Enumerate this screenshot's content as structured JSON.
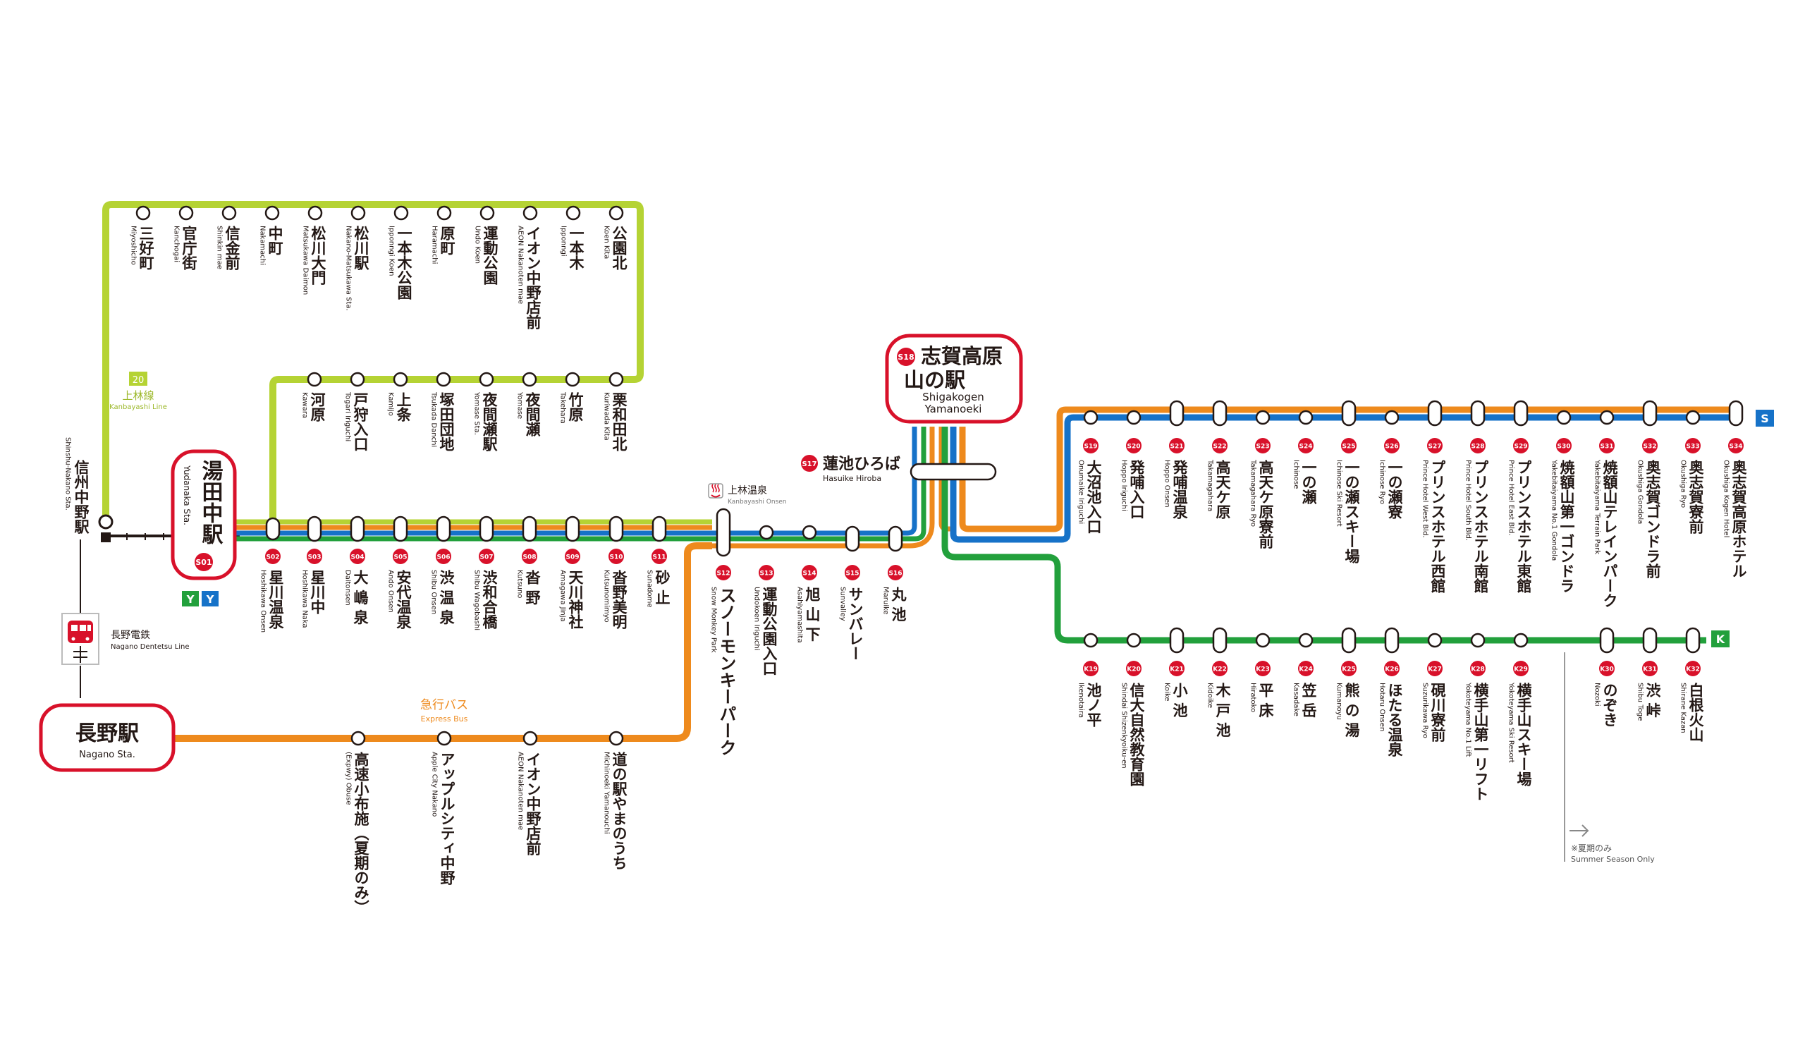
{
  "terminals": {
    "yudanaka": {
      "name": "湯田中駅",
      "name_en": "Yudanaka Sta.",
      "code": "S01"
    },
    "nagano": {
      "name": "長野駅",
      "name_en": "Nagano Sta."
    },
    "shigakogen": {
      "name": "志賀高原\n山の駅",
      "name_en": "Shigakogen\nYamanoeki",
      "code": "S18"
    }
  },
  "line_labels": {
    "kambayashi_num": "20",
    "kambayashi": "上林線",
    "kambayashi_en": "Kanbayashi Line",
    "express_bus": "急行バス",
    "express_bus_en": "Express Bus",
    "nagano_dentetsu": "長野電鉄",
    "nagano_dentetsu_en": "Nagano Dentetsu Line",
    "kanbayashi_onsen": "上林温泉",
    "kanbayashi_onsen_en": "Kanbayashi Onsen",
    "s_badge": "S",
    "k_badge": "K",
    "y_badge": "Y"
  },
  "shinshu_nakano": {
    "name": "信州中野駅",
    "name_en": "Shinshu-Nakano Sta."
  },
  "legend": {
    "summer": "※夏期のみ",
    "summer_en": "Summer Season Only"
  },
  "top_row": [
    {
      "name": "三好町",
      "en": "Miyoshicho"
    },
    {
      "name": "官庁街",
      "en": "Kanchogai"
    },
    {
      "name": "信金前",
      "en": "Shinkin mae"
    },
    {
      "name": "中町",
      "en": "Nakamachi"
    },
    {
      "name": "松川大門",
      "en": "Matsukawa Daimon"
    },
    {
      "name": "松川駅",
      "en": "Nakano-Matsukawa Sta."
    },
    {
      "name": "一本木公園",
      "en": "Ipponngi Koen"
    },
    {
      "name": "原町",
      "en": "Haramachi"
    },
    {
      "name": "運動公園",
      "en": "Undo Koen"
    },
    {
      "name": "イオン中野店前",
      "en": "AEON Nakanoten mae"
    },
    {
      "name": "一本木",
      "en": "Ipponngi"
    },
    {
      "name": "公園北",
      "en": "Koen Kita"
    }
  ],
  "mid_row": [
    {
      "name": "河原",
      "en": "Kawara"
    },
    {
      "name": "戸狩入口",
      "en": "Togari Iriguchi"
    },
    {
      "name": "上条",
      "en": "Kamijo"
    },
    {
      "name": "塚田団地",
      "en": "Tsukada Danchi"
    },
    {
      "name": "夜間瀬駅",
      "en": "Yomase Sta."
    },
    {
      "name": "夜間瀬",
      "en": "Yomase"
    },
    {
      "name": "竹原",
      "en": "Takehara"
    },
    {
      "name": "栗和田北",
      "en": "Kuriwada Kita"
    }
  ],
  "main_row": [
    {
      "code": "S02",
      "name": "星川温泉",
      "en": "Hoshikawa Onsen"
    },
    {
      "code": "S03",
      "name": "星川中",
      "en": "Hoshikawa Naka"
    },
    {
      "code": "S04",
      "name": "大 嶋 泉",
      "en": "Daitonsen"
    },
    {
      "code": "S05",
      "name": "安代温泉",
      "en": "Ando Onsen"
    },
    {
      "code": "S06",
      "name": "渋 温 泉",
      "en": "Shibu Onsen"
    },
    {
      "code": "S07",
      "name": "渋和合橋",
      "en": "Shibu Wagobashi"
    },
    {
      "code": "S08",
      "name": "沓 野",
      "en": "Kutsuno"
    },
    {
      "code": "S09",
      "name": "天川神社",
      "en": "Amagawa Jinja"
    },
    {
      "code": "S10",
      "name": "沓野美明",
      "en": "Kutsunomimyo"
    },
    {
      "code": "S11",
      "name": "砂 止",
      "en": "Sunadome"
    }
  ],
  "lower_row": [
    {
      "code": "S12",
      "name": "スノーモンキーパーク",
      "en": "Snow Monkey Park"
    },
    {
      "code": "S13",
      "name": "運動公園入口",
      "en": "Undokoen Iriguchi"
    },
    {
      "code": "S14",
      "name": "旭 山 下",
      "en": "Asahiyamashita"
    },
    {
      "code": "S15",
      "name": "サンバレー",
      "en": "Sunvalley"
    },
    {
      "code": "S16",
      "name": "丸 池",
      "en": "Maruike"
    }
  ],
  "hasuike": {
    "code": "S17",
    "name": "蓮池ひろば",
    "en": "Hasuike Hiroba"
  },
  "s_row": [
    {
      "code": "S19",
      "name": "大沼池入口",
      "en": "Onumaike Iriguchi"
    },
    {
      "code": "S20",
      "name": "発哺入口",
      "en": "Hoppo Iriguchi"
    },
    {
      "code": "S21",
      "name": "発哺温泉",
      "en": "Hoppo Onsen"
    },
    {
      "code": "S22",
      "name": "高天ケ原",
      "en": "Takamagahara"
    },
    {
      "code": "S23",
      "name": "高天ケ原寮前",
      "en": "Takamagahara Ryo"
    },
    {
      "code": "S24",
      "name": "一の瀬",
      "en": "Ichinose"
    },
    {
      "code": "S25",
      "name": "一の瀬スキー場",
      "en": "Ichinose Ski Resort"
    },
    {
      "code": "S26",
      "name": "一の瀬寮",
      "en": "Ichinose Ryo"
    },
    {
      "code": "S27",
      "name": "プリンスホテル西館",
      "en": "Prince Hotel West Bld."
    },
    {
      "code": "S28",
      "name": "プリンスホテル南館",
      "en": "Prince Hotel South Bld."
    },
    {
      "code": "S29",
      "name": "プリンスホテル東館",
      "en": "Prince Hotel East Bld."
    },
    {
      "code": "S30",
      "name": "焼額山第一ゴンドラ",
      "en": "Yakebitaiyama No.1 Gondola"
    },
    {
      "code": "S31",
      "name": "焼額山テレインパーク",
      "en": "Yakebitaiyama Terrain Park"
    },
    {
      "code": "S32",
      "name": "奥志賀ゴンドラ前",
      "en": "Okushiga Gondola"
    },
    {
      "code": "S33",
      "name": "奥志賀寮前",
      "en": "Okushiga Ryo"
    },
    {
      "code": "S34",
      "name": "奥志賀高原ホテル",
      "en": "Okushiga Kogen Hotel"
    }
  ],
  "k_row": [
    {
      "code": "K19",
      "name": "池ノ平",
      "en": "Ikenotaira"
    },
    {
      "code": "K20",
      "name": "信大自然教育園",
      "en": "Shindai Shizenkyoiku-en"
    },
    {
      "code": "K21",
      "name": "小 池",
      "en": "Koike"
    },
    {
      "code": "K22",
      "name": "木 戸 池",
      "en": "Kidoike"
    },
    {
      "code": "K23",
      "name": "平 床",
      "en": "Hiratoko"
    },
    {
      "code": "K24",
      "name": "笠 岳",
      "en": "Kasadake"
    },
    {
      "code": "K25",
      "name": "熊 の 湯",
      "en": "Kumanoyu"
    },
    {
      "code": "K26",
      "name": "ほたる温泉",
      "en": "Hotaru Onsen"
    },
    {
      "code": "K27",
      "name": "硯川寮前",
      "en": "Suzurikawa Ryo"
    },
    {
      "code": "K28",
      "name": "横手山第一リフト",
      "en": "Yokoteyama No.1 Lift"
    },
    {
      "code": "K29",
      "name": "横手山スキー場",
      "en": "Yokoteyama Ski Resort"
    },
    {
      "code": "K30",
      "name": "のぞき",
      "en": "Nozoki"
    },
    {
      "code": "K31",
      "name": "渋 峠",
      "en": "Shibu Toge"
    },
    {
      "code": "K32",
      "name": "白根火山",
      "en": "Shirane Kazan"
    }
  ],
  "bus_row": [
    {
      "name": "高速小布施（夏期のみ）",
      "en": "(Expwy) Obuse"
    },
    {
      "name": "アップルシティ中野",
      "en": "Apple City Nakano"
    },
    {
      "name": "イオン中野店前",
      "en": "AEON Nakanoten mae"
    },
    {
      "name": "道の駅やまのうち",
      "en": "Michinoeki Yamanouchi"
    }
  ],
  "colors": {
    "lime": "#b5d334",
    "orange": "#ee8a1d",
    "blue": "#1672c8",
    "green": "#22a03c",
    "red": "#d8112a",
    "dark": "#231815"
  }
}
